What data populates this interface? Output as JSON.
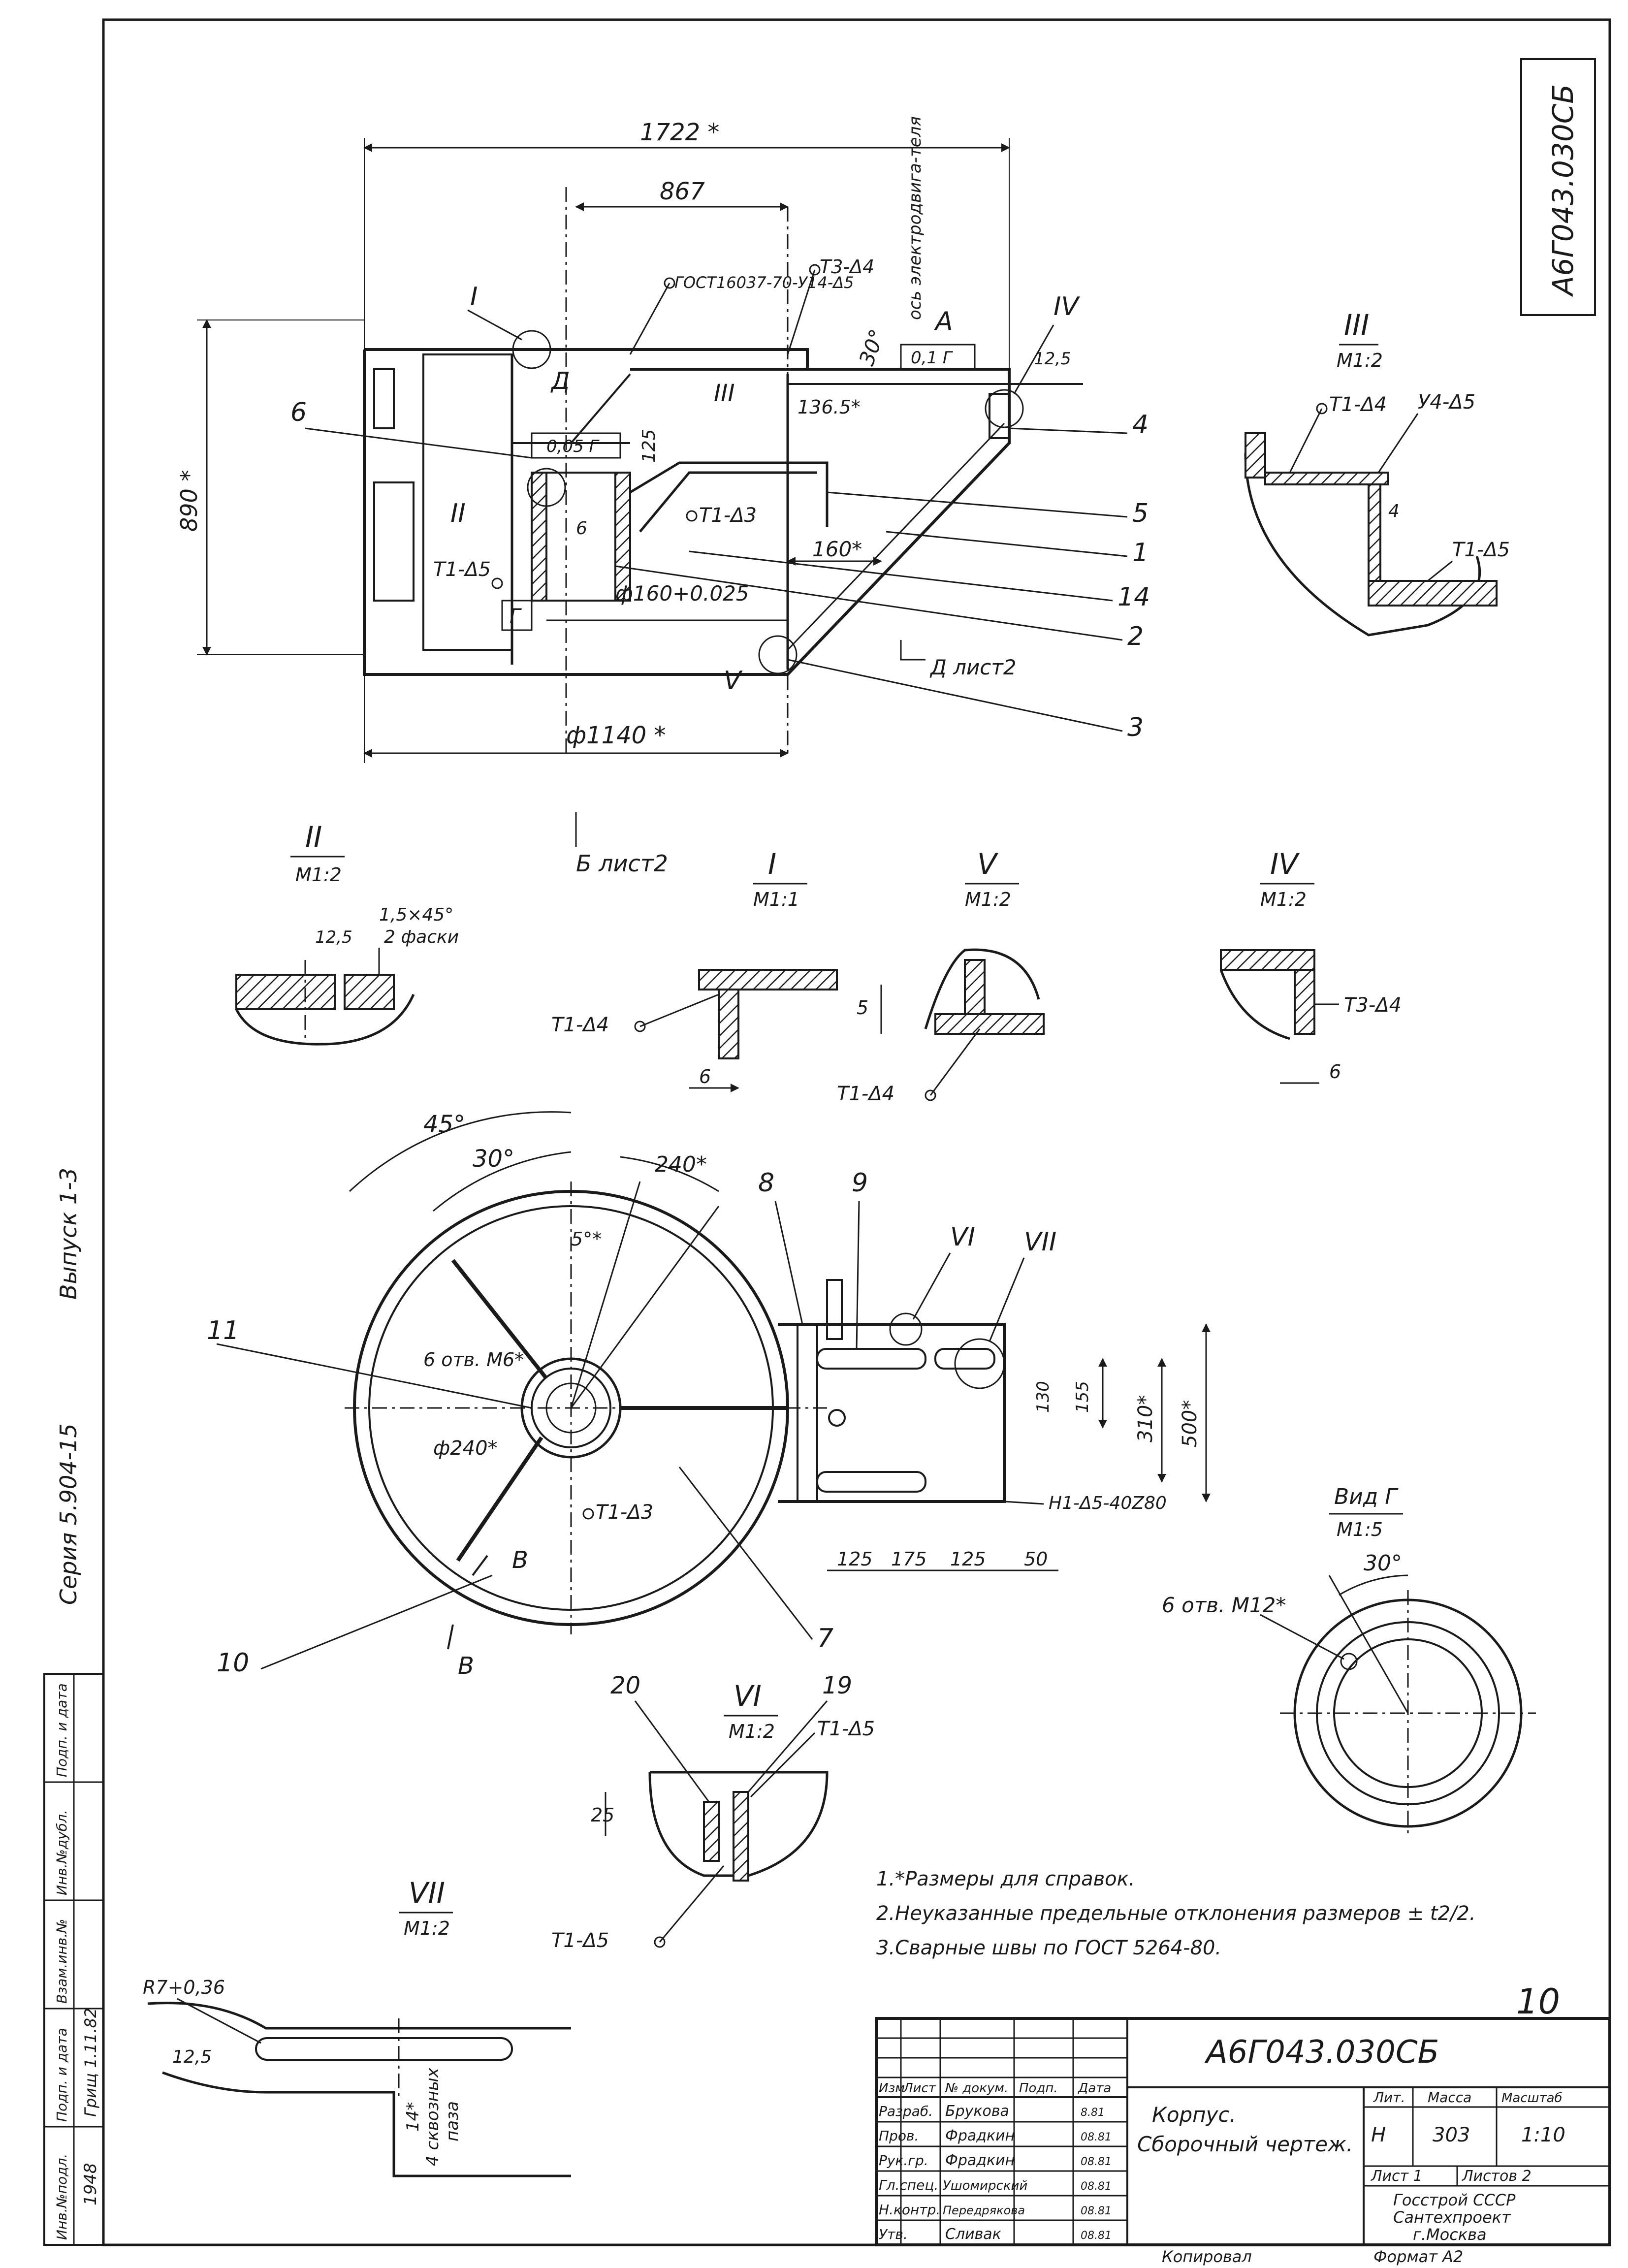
{
  "drawing": {
    "doc_code_rot": "А6Г043.030СБ",
    "side_series": "Серия 5.904-15",
    "side_issue": "Выпуск 1-3",
    "sheet_num": "10"
  },
  "main_view": {
    "dim_width": "1722 *",
    "dim_867": "867",
    "dim_height": "890 *",
    "dim_diam1140": "ф1140 *",
    "dim_30deg": "30°",
    "dim_1365": "136.5*",
    "dim_125": "125",
    "dim_160": "160*",
    "dim_bore": "ф160+0.025",
    "tol_flat": "0,05 Г",
    "tol_perp": "0,1 Г",
    "datum_g": "Г",
    "view_a": "А",
    "view_d_sheet": "Д лист2",
    "view_b_sheet": "Б лист2",
    "label_d": "Д",
    "axis_label": "ось электродвига-теля",
    "weld_gost": "ГОСТ16037-70-У14-Δ5",
    "weld_t3": "Т3-Δ4",
    "weld_t1_3": "Т1-Δ3",
    "weld_t1_5": "Т1-Δ5",
    "roman_1": "I",
    "roman_2": "II",
    "roman_3": "III",
    "roman_4": "IV",
    "roman_5": "V",
    "roughness": "12,5",
    "dim_6_box": "6",
    "pos_6": "6",
    "pos_4": "4",
    "pos_5": "5",
    "pos_1": "1",
    "pos_14": "14",
    "pos_2": "2",
    "pos_3": "3"
  },
  "detail_3": {
    "title": "III",
    "scale": "М1:2",
    "weld_t1_4": "Т1-Δ4",
    "weld_u4": "У4-Δ5",
    "weld_t1_5": "Т1-Δ5",
    "dim_4": "4"
  },
  "detail_2": {
    "title": "II",
    "scale": "М1:2",
    "roughness": "12,5",
    "chamfer": "1,5×45°",
    "chamfer_note": "2 фаски"
  },
  "detail_1": {
    "title": "I",
    "scale": "М1:1",
    "weld": "Т1-Δ4",
    "dim": "6"
  },
  "detail_5": {
    "title": "V",
    "scale": "М1:2",
    "weld": "Т1-Δ4",
    "dim": "5"
  },
  "detail_4": {
    "title": "IV",
    "scale": "М1:2",
    "weld": "Т3-Δ4",
    "dim": "6"
  },
  "plan_view": {
    "dim_45": "45°",
    "dim_30": "30°",
    "dim_240": "240*",
    "dim_5deg": "5°*",
    "holes_m6": "6 отв. М6*",
    "dim_diam240": "ф240*",
    "weld_t1_3": "Т1-Δ3",
    "weld_h1": "Н1-Δ5-40Z80",
    "section_b": "В",
    "dim_130": "130",
    "dim_155": "155",
    "dim_310": "310*",
    "dim_500": "500*",
    "dim_b1": "125",
    "dim_b2": "175",
    "dim_b3": "125",
    "dim_b4": "50",
    "pos_8": "8",
    "pos_9": "9",
    "pos_11": "11",
    "pos_10": "10",
    "pos_7": "7",
    "roman_6": "VI",
    "roman_7": "VII"
  },
  "view_g": {
    "title": "Вид Г",
    "scale": "М1:5",
    "angle": "30°",
    "holes": "6 отв. М12*"
  },
  "detail_6": {
    "title": "VI",
    "scale": "М1:2",
    "pos_20": "20",
    "pos_19": "19",
    "weld_top": "Т1-Δ5",
    "weld_bottom": "Т1-Δ5",
    "dim_25": "25"
  },
  "detail_7": {
    "title": "VII",
    "scale": "М1:2",
    "radius": "R7+0,36",
    "roughness": "12,5",
    "slots_note_1": "14*",
    "slots_note_2": "4 сквозных",
    "slots_note_3": "паза"
  },
  "notes": [
    "1.*Размеры для справок.",
    "2.Неуказанные предельные отклонения размеров ± t2/2.",
    "3.Сварные швы по ГОСТ 5264-80."
  ],
  "left_strip": {
    "col1": "Инв.№подл.",
    "col2": "Подп. и дата",
    "col3": "Взам.инв.№",
    "col4": "Инв.№дубл.",
    "col5": "Подп. и дата",
    "val_num": "1948",
    "val_sign": "Грищ 1.11.82"
  },
  "title_block": {
    "code": "А6Г043.030СБ",
    "name_line1": "Корпус.",
    "name_line2": "Сборочный чертеж.",
    "head_izm": "Изм",
    "head_list": "Лист",
    "head_doc": "№ докум.",
    "head_podp": "Подп.",
    "head_data": "Дата",
    "roles": [
      "Разраб.",
      "Пров.",
      "Рук.гр.",
      "Гл.спец.",
      "Н.контр.",
      "Утв."
    ],
    "people": [
      "Брукова",
      "Фрадкин",
      "Фрадкин",
      "Ушомирский",
      "Передрякова",
      "Сливак"
    ],
    "dates": [
      "8.81",
      "08.81",
      "08.81",
      "08.81",
      "08.81",
      "08.81"
    ],
    "lit_head": "Лит.",
    "mass_head": "Масса",
    "scale_head": "Масштаб",
    "lit_val": "Н",
    "mass_val": "303",
    "scale_val": "1:10",
    "sheet": "Лист 1",
    "sheets": "Листов 2",
    "org1": "Госстрой СССР",
    "org2": "Сантехпроект",
    "org3": "г.Москва"
  },
  "footer": {
    "copied": "Копировал",
    "format": "Формат А2"
  }
}
